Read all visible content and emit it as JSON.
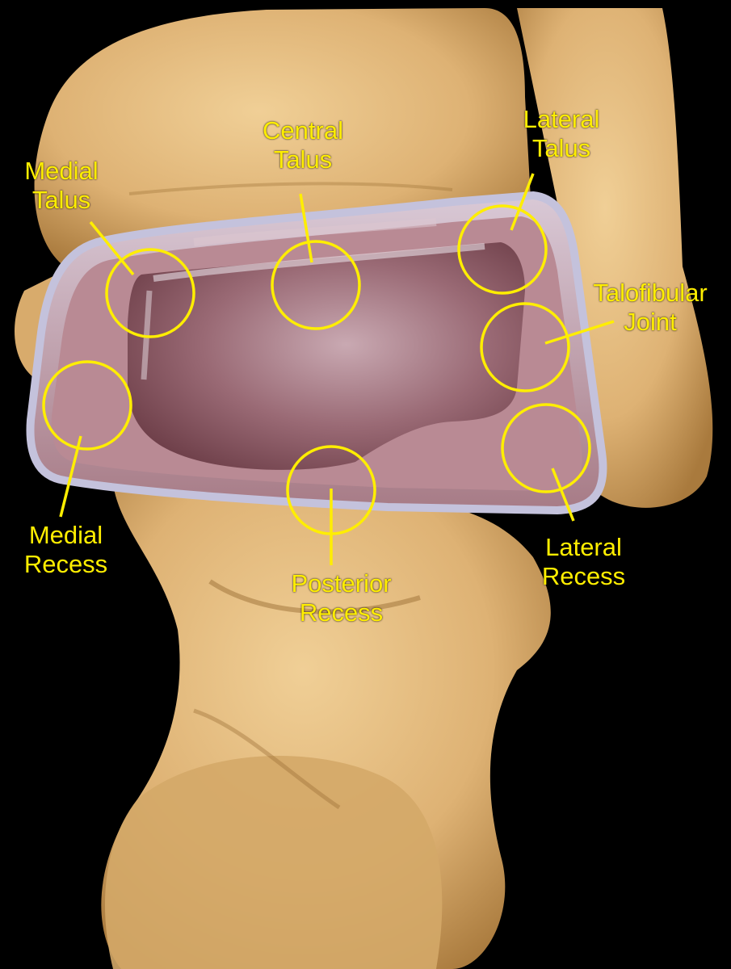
{
  "colors": {
    "background": "#000000",
    "bone": "#e2b87a",
    "bone_shadow": "#9c6f35",
    "joint_outline": "#b9b8d8",
    "cartilage": "#8f5f6a",
    "label_yellow": "#ffee00"
  },
  "labels": {
    "medial_talus": {
      "line1": "Medial",
      "line2": "Talus"
    },
    "central_talus": {
      "line1": "Central",
      "line2": "Talus"
    },
    "lateral_talus": {
      "line1": "Lateral",
      "line2": "Talus"
    },
    "talofibular_joint": {
      "line1": "Talofibular",
      "line2": "Joint"
    },
    "medial_recess": {
      "line1": "Medial",
      "line2": "Recess"
    },
    "posterior_recess": {
      "line1": "Posterior",
      "line2": "Recess"
    },
    "lateral_recess": {
      "line1": "Lateral",
      "line2": "Recess"
    }
  }
}
